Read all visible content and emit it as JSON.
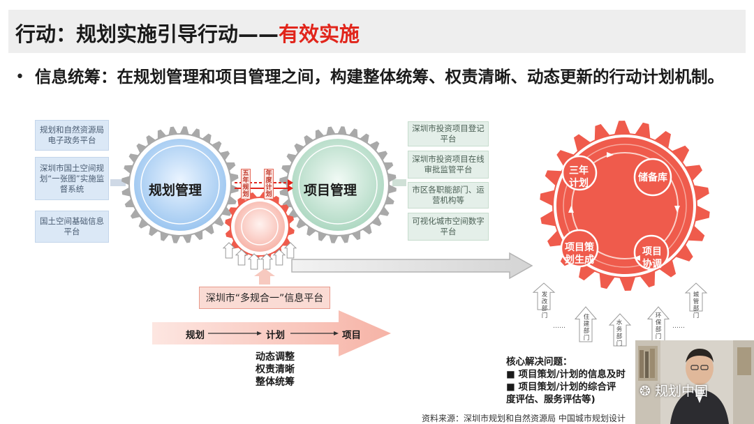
{
  "title": {
    "prefix": "行动：规划实施引导行动——",
    "highlight": "有效实施"
  },
  "bullet": {
    "text": "信息统筹：在规划管理和项目管理之间，构建整体统筹、权责清晰、动态更新的行动计划机制。"
  },
  "left_platforms": [
    "规划和自然资源局电子政务平台",
    "深圳市国土空间规划“一张图”实施监督系统",
    "国土空间基础信息平台"
  ],
  "right_platforms": [
    "深圳市投资项目登记平台",
    "深圳市投资项目在线审批监管平台",
    "市区各职能部门、运营机构等",
    "可视化城市空间数字平台"
  ],
  "gears": {
    "planning": "规划管理",
    "project": "项目管理",
    "tag_five_year": "五年规划",
    "tag_annual": "年度计划"
  },
  "platform_label": "深圳市“多规合一”信息平台",
  "flow": {
    "planning": "规划",
    "plan": "计划",
    "project": "项目"
  },
  "keywords": [
    "动态调整",
    "权责清晰",
    "整体统筹"
  ],
  "big_gear": {
    "three_year": "三年计划",
    "reserve": "储备库",
    "generation": "项目策划生成",
    "coordination": "项目协调"
  },
  "departments": {
    "dev_reform": "发改部门",
    "housing": "住建部门",
    "water": "水务部门",
    "environment": "环保部门",
    "urban_mgmt": "城管部门",
    "ellipsis": "……"
  },
  "core": {
    "heading": "核心解决问题：",
    "items": [
      "项目策划/计划的信息及时",
      "项目策划/计划的综合评估（年度评估、服务评估等）"
    ],
    "line1": "■ 项目策划/计划的信息及时",
    "line2": "■ 项目策划/计划的综合评",
    "line3": "度评估、服务评估等)"
  },
  "source": "资料来源：深圳市规划和自然资源局 中国城市规划设计",
  "watermark": "规划中国",
  "colors": {
    "accent_red": "#e1251b",
    "gear_red": "#ef5b4c",
    "gear_gray": "#a8a8a8",
    "blue_fill": "#bcd9f7",
    "green_fill": "#cfe9dc"
  }
}
